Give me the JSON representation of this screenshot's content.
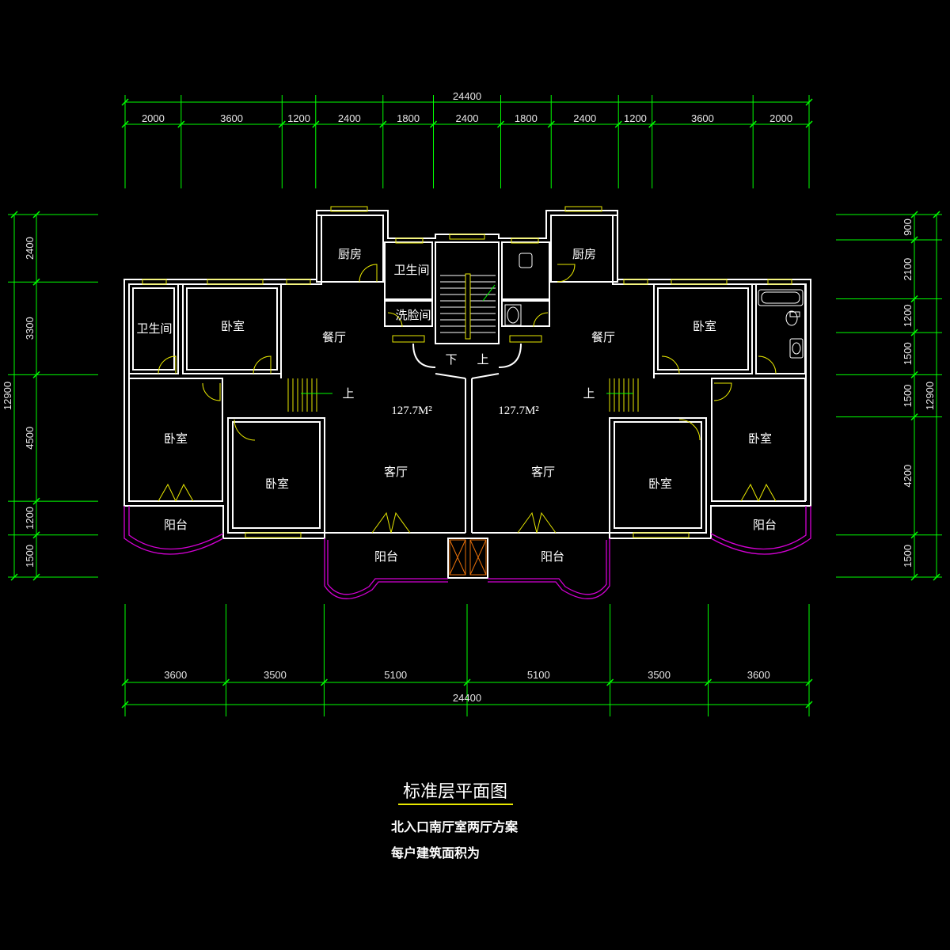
{
  "dimensions": {
    "top_total": "24400",
    "top_segments": [
      "2000",
      "3600",
      "1200",
      "2400",
      "1800",
      "2400",
      "1800",
      "2400",
      "1200",
      "3600",
      "2000"
    ],
    "bottom_segments": [
      "3600",
      "3500",
      "5100",
      "5100",
      "3500",
      "3600"
    ],
    "bottom_total": "24400",
    "left_total": "12900",
    "left_segments": [
      "2400",
      "3300",
      "4500",
      "1200",
      "1500"
    ],
    "right_total": "12900",
    "right_segments": [
      "900",
      "2100",
      "1200",
      "1500",
      "1500",
      "4200",
      "1500"
    ]
  },
  "rooms": {
    "kitchen": "厨房",
    "bathroom": "卫生间",
    "washroom": "洗脸间",
    "bedroom": "卧室",
    "dining": "餐厅",
    "living": "客厅",
    "balcony": "阳台",
    "down": "下",
    "up": "上"
  },
  "areas": {
    "left": "127.7M²",
    "right": "127.7M²"
  },
  "caption": {
    "title": "标准层平面图",
    "line1": "北入口南厅室两厅方案",
    "line2": "每户建筑面积为"
  },
  "colors": {
    "dimension_lines": "#00ff00",
    "walls": "#ffffff",
    "windows": "#e8e800",
    "balcony": "#d400d4",
    "title_underline": "#e8e800"
  }
}
